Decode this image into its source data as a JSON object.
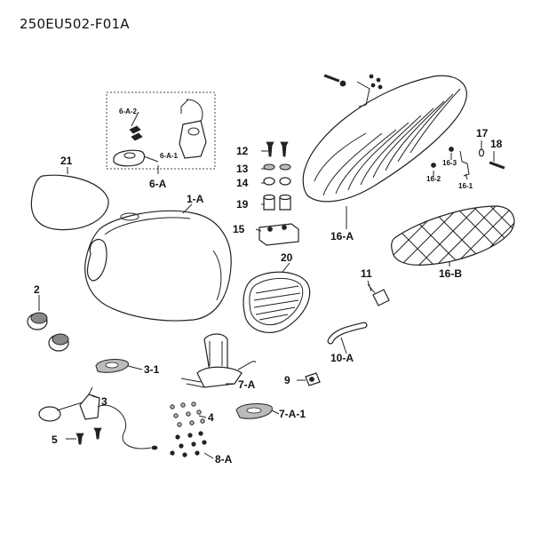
{
  "header": {
    "code": "250EU502-F01A"
  },
  "callouts": {
    "c1A": "1-A",
    "c2": "2",
    "c3": "3",
    "c3_1": "3-1",
    "c4": "4",
    "c5": "5",
    "c6A": "6-A",
    "c6A1": "6-A-1",
    "c6A2": "6-A-2",
    "c7A": "7-A",
    "c7A1": "7-A-1",
    "c8A": "8-A",
    "c9": "9",
    "c10A": "10-A",
    "c11": "11",
    "c12": "12",
    "c13": "13",
    "c14": "14",
    "c15": "15",
    "c16A": "16-A",
    "c16B": "16-B",
    "c16_1": "16-1",
    "c16_2": "16-2",
    "c16_3": "16-3",
    "c17": "17",
    "c18": "18",
    "c19": "19",
    "c20": "20",
    "c21": "21"
  }
}
